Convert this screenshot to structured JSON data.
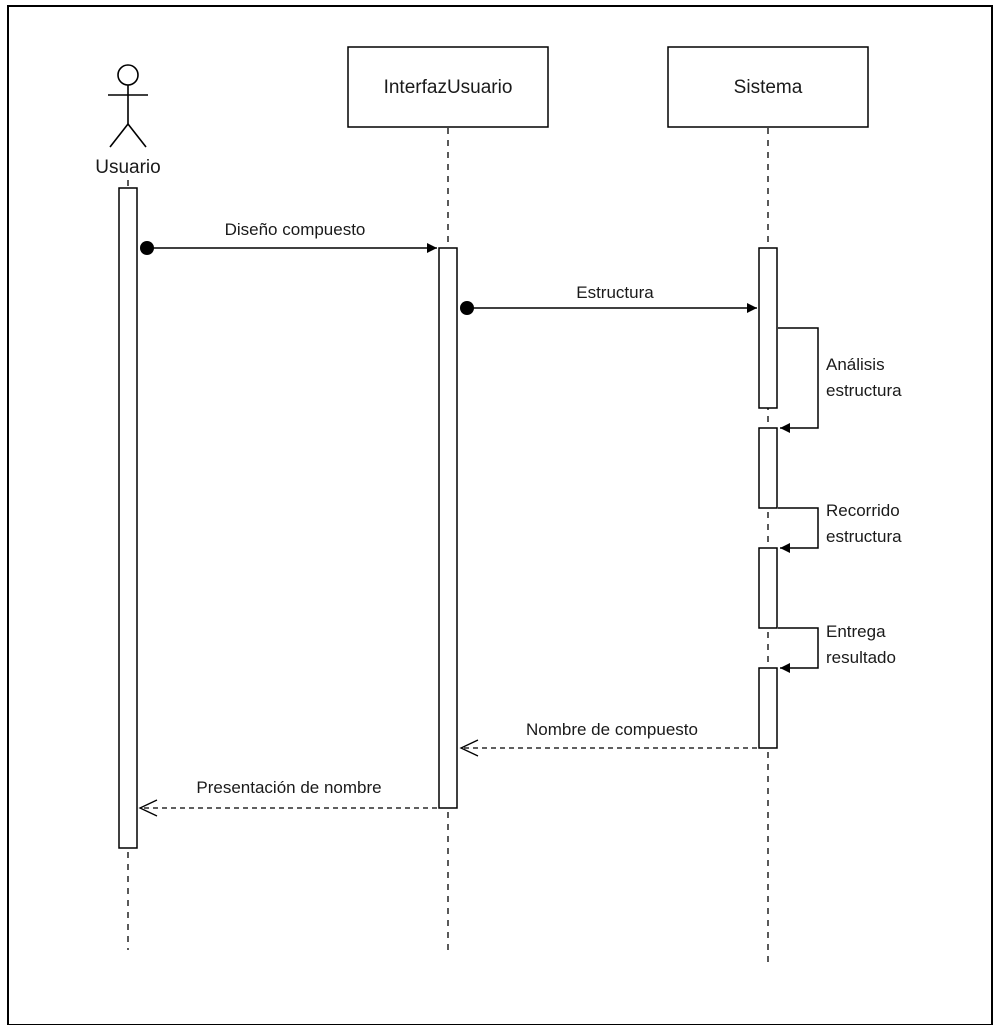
{
  "participants": {
    "actor": "Usuario",
    "ui": "InterfazUsuario",
    "system": "Sistema"
  },
  "messages": {
    "m1": "Diseño compuesto",
    "m2": "Estructura",
    "m5": "Nombre de compuesto",
    "m6": "Presentación de nombre"
  },
  "self_messages": {
    "s1": [
      "Análisis",
      "estructura"
    ],
    "s2": [
      "Recorrido",
      "estructura"
    ],
    "s3": [
      "Entrega",
      "resultado"
    ]
  },
  "colors": {
    "line": "#000000",
    "text": "#1a1a1a",
    "fill": "#ffffff"
  }
}
